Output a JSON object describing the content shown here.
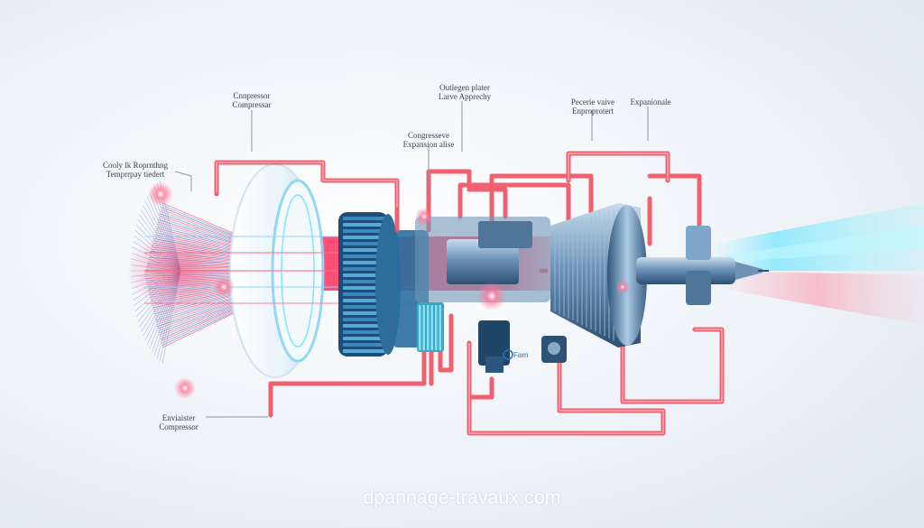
{
  "labels": {
    "compressor_top": [
      "Cnnpressor",
      "Compressar"
    ],
    "cooling_temp": [
      "Cooly lk Roprnthng",
      "Temprrpay tiedert"
    ],
    "outlet_valve": [
      "Outlegen plater",
      "Larve Apprechy"
    ],
    "compressive_valve": [
      "Congresseve",
      "Expansion alise"
    ],
    "pressure_valve": [
      "Pecerie vaive",
      "Enproprotert"
    ],
    "expansion_right": [
      "Expanionale"
    ],
    "evaporator": [
      "Enviaister",
      "Compressor"
    ],
    "fan_tag": "Farn"
  },
  "watermark": "dpannage-travaux.com",
  "colors": {
    "pipe_red": "#f0505f",
    "pipe_red_light": "#ff8a95",
    "core_blue": "#5aa8d8",
    "glow_cyan": "#5fe3ff",
    "glow_red": "#ff3a5c"
  }
}
